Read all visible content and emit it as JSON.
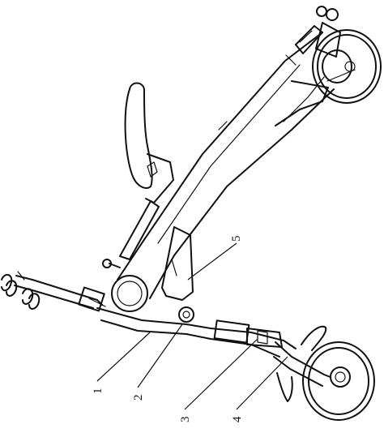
{
  "figure": {
    "callouts": [
      {
        "id": "c1",
        "label": "1"
      },
      {
        "id": "c2",
        "label": "2"
      },
      {
        "id": "c3",
        "label": "3"
      },
      {
        "id": "c4",
        "label": "4"
      },
      {
        "id": "c5",
        "label": "5"
      }
    ]
  }
}
